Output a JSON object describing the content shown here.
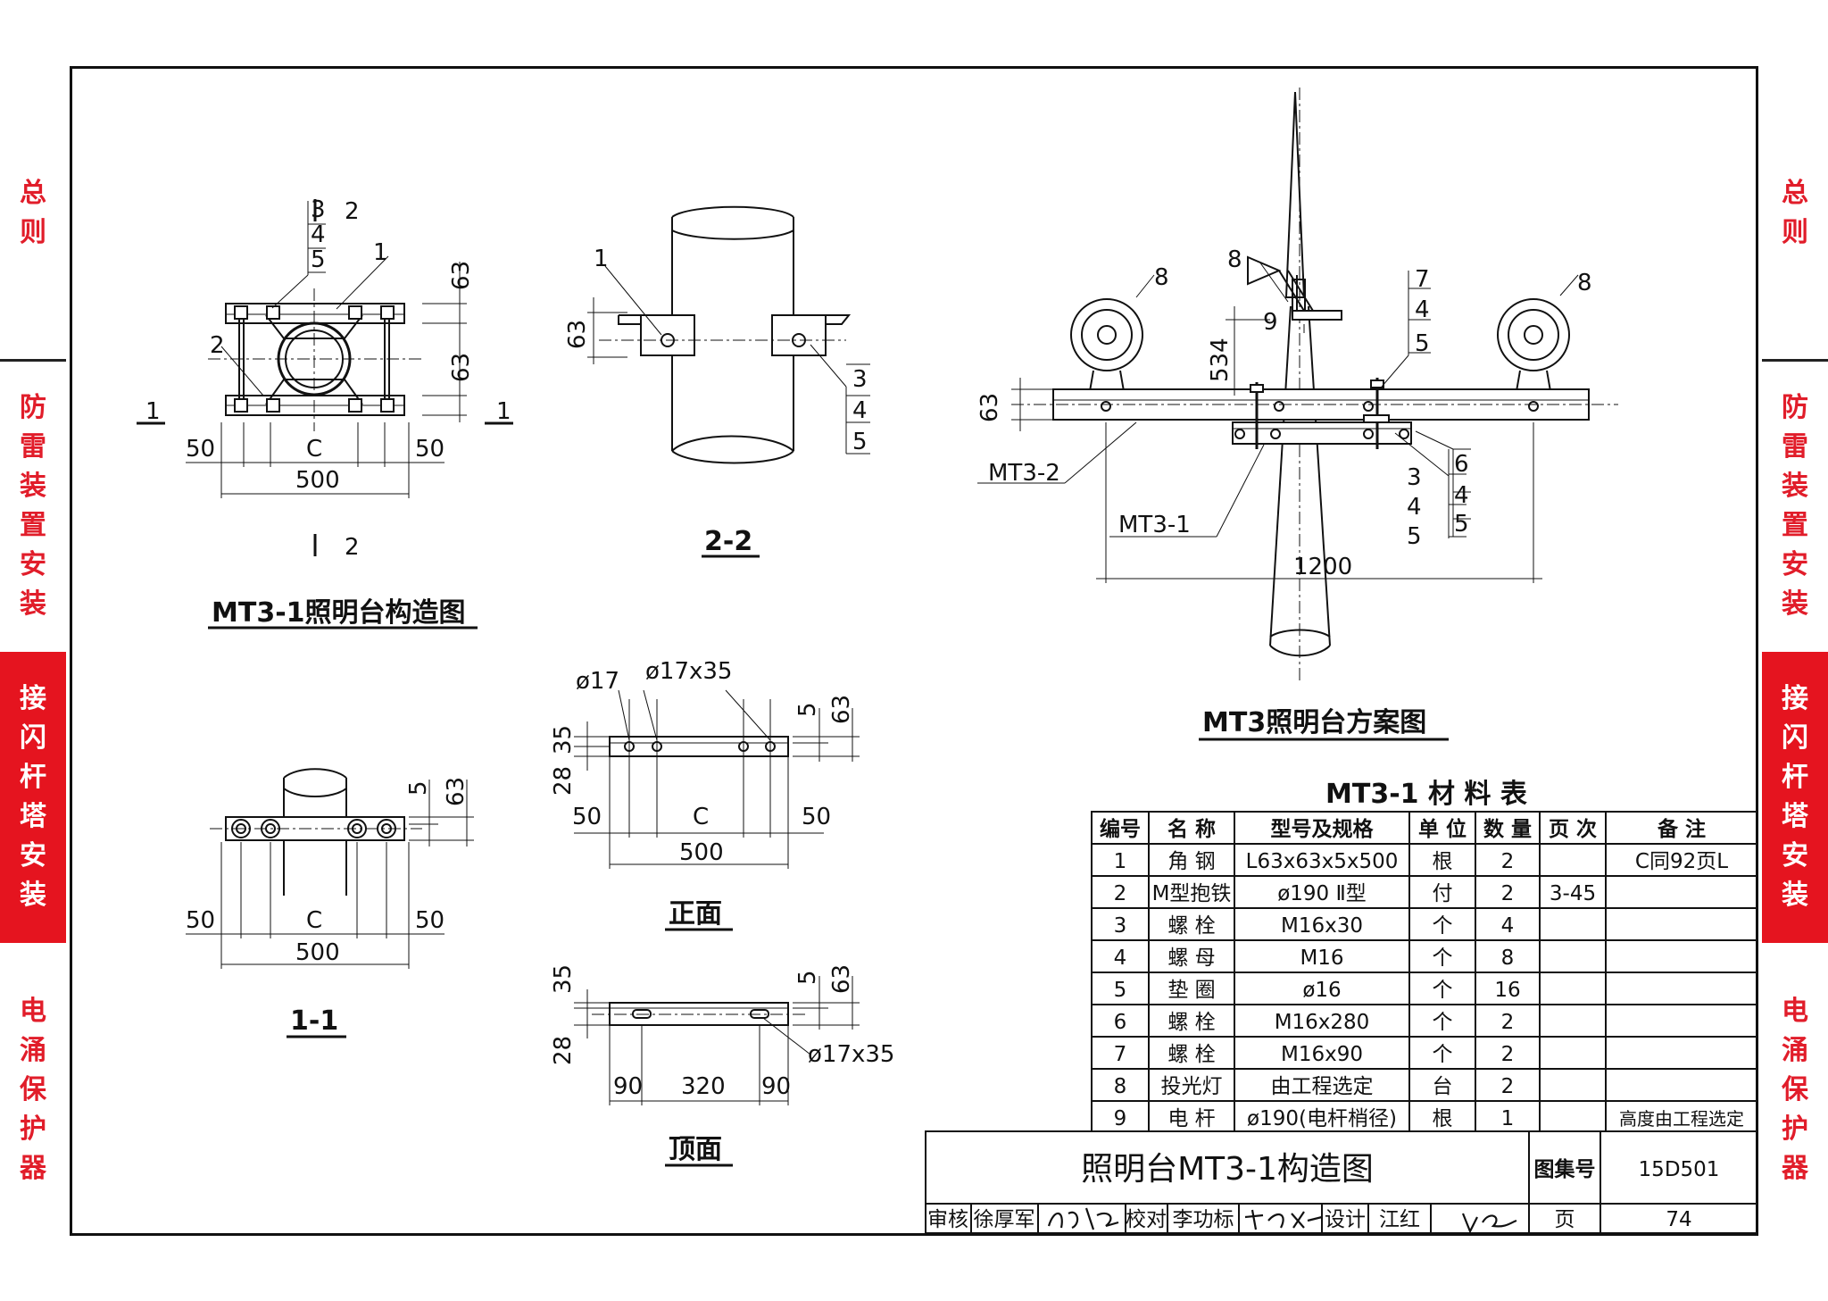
{
  "side_tabs": {
    "items": [
      {
        "label": "总则",
        "active": false
      },
      {
        "label": "防雷装置安装",
        "active": false
      },
      {
        "label": "接闪杆塔安装",
        "active": true
      },
      {
        "label": "电涌保护器",
        "active": false
      }
    ]
  },
  "view_titles": {
    "mt31": "MT3-1照明台构造图",
    "sec22": "2-2",
    "sec11": "1-1",
    "front": "正面",
    "top": "顶面",
    "scheme": "MT3照明台方案图"
  },
  "labels": {
    "n1": "1",
    "n2": "2",
    "n3": "3",
    "n4": "4",
    "n5": "5",
    "n6": "6",
    "n7": "7",
    "n8": "8",
    "n9": "9",
    "d63": "63",
    "d50": "50",
    "dC": "C",
    "d500": "500",
    "d5": "5",
    "d35": "35",
    "d28": "28",
    "d90": "90",
    "d320": "320",
    "d534": "534",
    "d1200": "1200",
    "phi17": "ø17",
    "phi17x35": "ø17x35",
    "mt31": "MT3-1",
    "mt32": "MT3-2"
  },
  "material_table": {
    "title": "MT3-1 材 料 表",
    "headers": [
      "编号",
      "名 称",
      "型号及规格",
      "单 位",
      "数 量",
      "页 次",
      "备 注"
    ],
    "rows": [
      [
        "1",
        "角 钢",
        "L63x63x5x500",
        "根",
        "2",
        "",
        "C同92页L"
      ],
      [
        "2",
        "M型抱铁",
        "ø190 Ⅱ型",
        "付",
        "2",
        "3-45",
        ""
      ],
      [
        "3",
        "螺 栓",
        "M16x30",
        "个",
        "4",
        "",
        ""
      ],
      [
        "4",
        "螺 母",
        "M16",
        "个",
        "8",
        "",
        ""
      ],
      [
        "5",
        "垫 圈",
        "ø16",
        "个",
        "16",
        "",
        ""
      ],
      [
        "6",
        "螺 栓",
        "M16x280",
        "个",
        "2",
        "",
        ""
      ],
      [
        "7",
        "螺 栓",
        "M16x90",
        "个",
        "2",
        "",
        ""
      ],
      [
        "8",
        "投光灯",
        "由工程选定",
        "台",
        "2",
        "",
        ""
      ],
      [
        "9",
        "电 杆",
        "ø190(电杆梢径)",
        "根",
        "1",
        "",
        "高度由工程选定"
      ]
    ]
  },
  "title_block": {
    "title": "照明台MT3-1构造图",
    "atlas_label": "图集号",
    "atlas_no": "15D501",
    "review_label": "审核",
    "reviewer": "徐厚军",
    "check_label": "校对",
    "checker": "李功标",
    "design_label": "设计",
    "designer": "江红",
    "page_label": "页",
    "page_no": "74"
  }
}
